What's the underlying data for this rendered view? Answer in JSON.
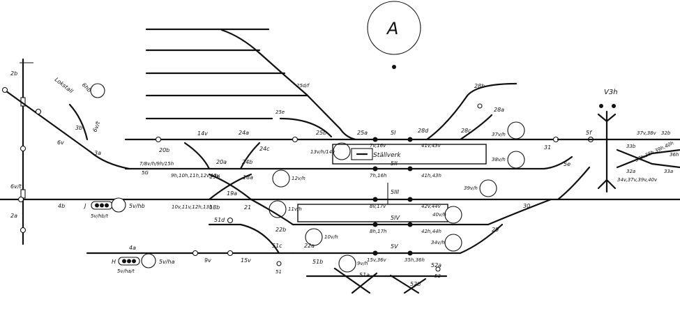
{
  "page": {
    "circle_letter": "A",
    "station_building": "Ställverk",
    "loco_shed": "Lokstall",
    "direction_mark": "V3h"
  },
  "signals": {
    "s2b": "2b",
    "s2a": "2a",
    "s6hb": "6hb",
    "s6vt": "6v/t",
    "s3b": "3b",
    "s3a": "3a",
    "s6v": "6v",
    "s6vt2": "6v/t",
    "s4b": "4b",
    "sJ": "J",
    "s5vhbt": "5v/hb/t",
    "s5vhb": "5v/hb",
    "s4a": "4a",
    "sH": "H",
    "s5vhat": "5v/ha/t",
    "s5vha": "5v/ha",
    "s7": "7/8v/h/9h/15h",
    "s5g": "5G",
    "s20b": "20b",
    "s20a": "20a",
    "s19b": "19b",
    "s19a": "19a",
    "s18a": "18a",
    "s18b": "18b",
    "s21": "21",
    "s24b": "24b",
    "s24a": "24a",
    "s24c": "24c",
    "s25e": "25e",
    "s25b": "25b",
    "s25a": "25a",
    "s25d": "25d/f",
    "s22b": "22b",
    "s22a": "22a",
    "s51d": "51d",
    "s51c": "51c",
    "s51b": "51b",
    "s51a": "51a",
    "s51": "51",
    "s52b": "52b",
    "s52a": "52a",
    "s52": "52",
    "s12vh": "12v/h",
    "s11vh": "11v/h",
    "s10vh": "10v/h",
    "s13vh": "13v/h/14v",
    "s9vh": "9v/h",
    "s14v": "14v",
    "s9v": "9v",
    "s15v": "15v",
    "s9h": "9h,10h,11h,12v,13v",
    "s10v": "10v,11v,12h,13h",
    "s51n": "5I",
    "s51i": "5II",
    "s51ii": "5III",
    "s51iv": "5IV",
    "s51v": "5V",
    "s7v16v": "7v,16v",
    "s7h16h": "7h,16h",
    "s8v17v": "8v,17v",
    "s8h17h": "8h,17h",
    "s15v36v": "15v,36v",
    "s41v43v": "41v,43v",
    "s41h43h": "41h,43h",
    "s42v44v": "42v,44v",
    "s42h44h": "42h,44h",
    "s35h36h": "35h,36h",
    "s28b": "28b",
    "s28a": "28a",
    "s28c": "28c",
    "s28d": "28d",
    "s37vh": "37v/h",
    "s38vh": "38v/h",
    "s39vh": "39v/h",
    "s40vh": "40v/h",
    "s34vh": "34v/h",
    "s31": "31",
    "s30": "30",
    "s29": "29",
    "s5f": "5f",
    "s5e": "5e",
    "s37v38v": "37v,38v",
    "s33b": "33b",
    "s33a": "33a",
    "s32a": "32a",
    "s32b": "32b",
    "s36h": "36h",
    "s34v": "34v,37v,39v,40v",
    "s37h": "37h,38h,39h,40h"
  }
}
